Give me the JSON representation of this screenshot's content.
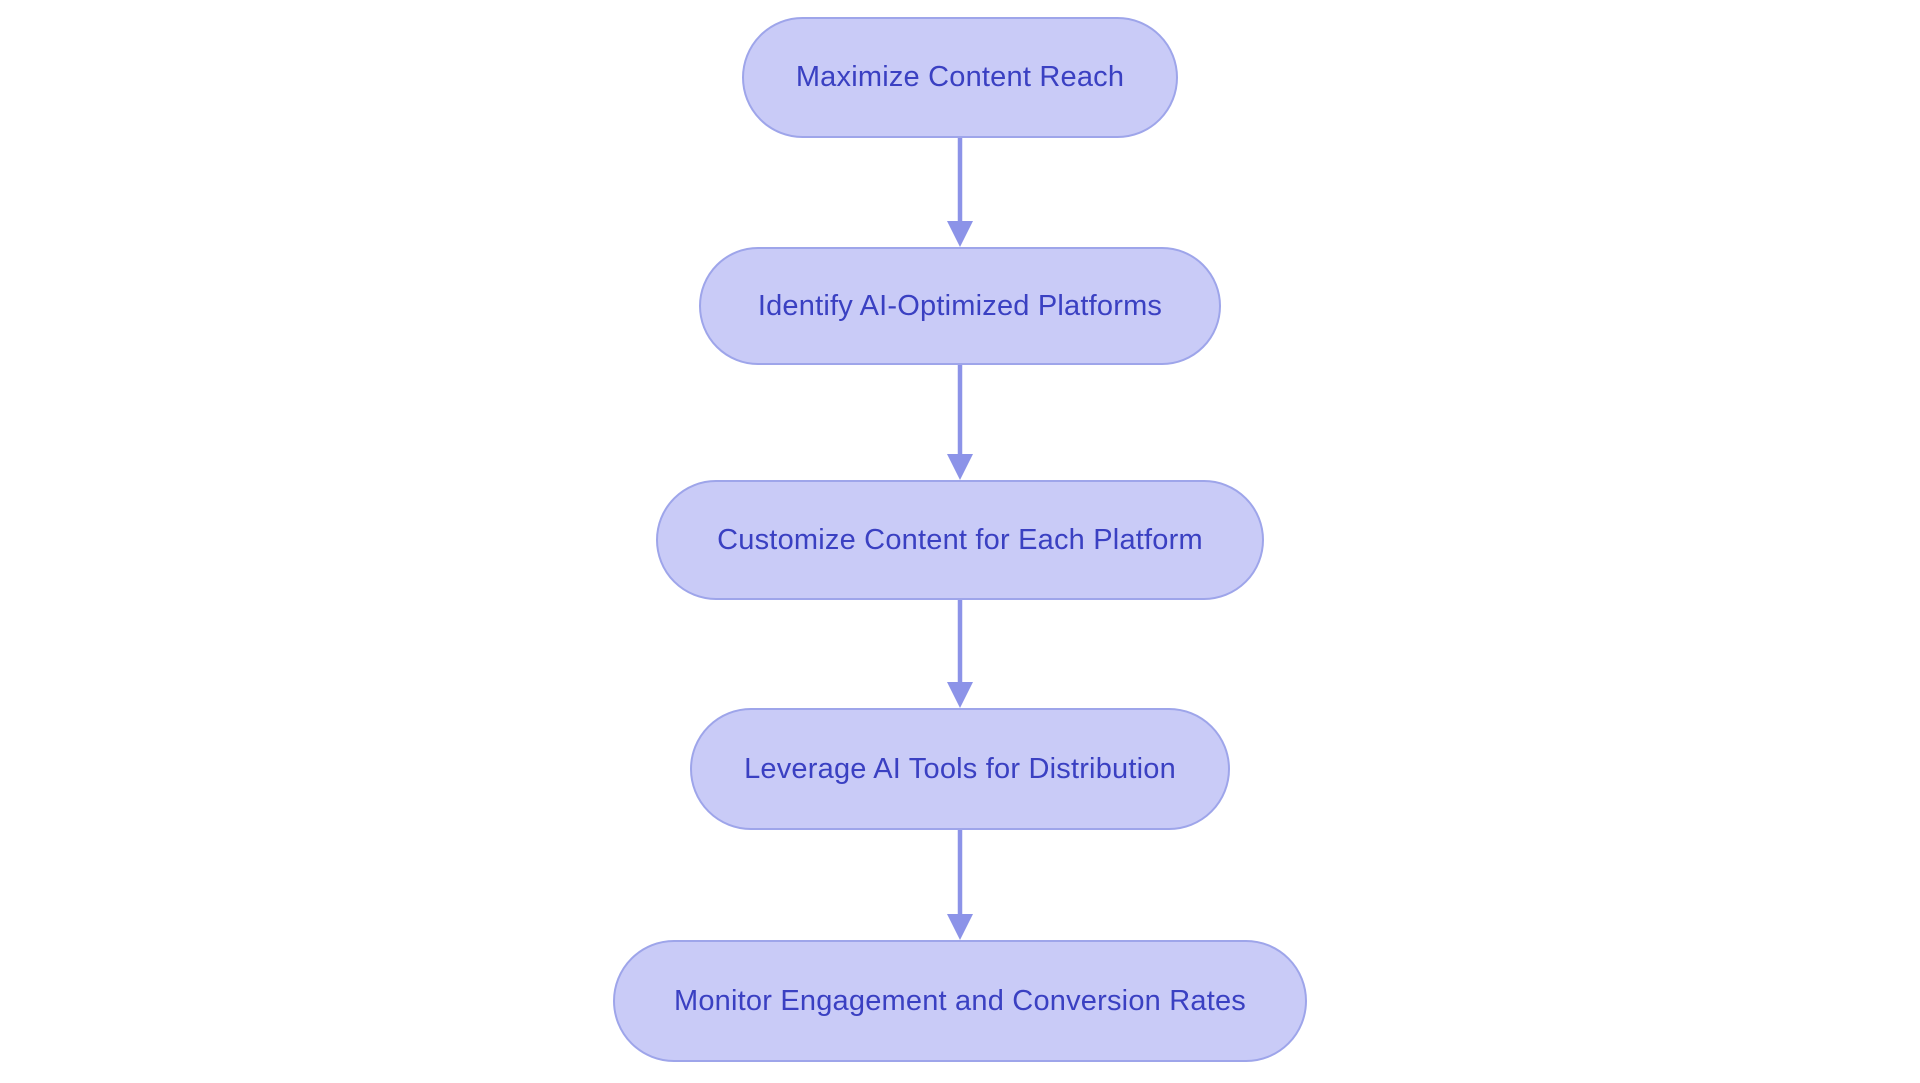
{
  "flowchart": {
    "type": "flowchart",
    "direction": "top-down",
    "style": {
      "node_fill": "#c9cbf7",
      "node_border": "#9ea5ea",
      "text_color": "#3a40c2",
      "arrow_color": "#8c93e8",
      "background": "#ffffff"
    },
    "nodes": [
      {
        "id": "n1",
        "label": "Maximize Content Reach"
      },
      {
        "id": "n2",
        "label": "Identify AI-Optimized Platforms"
      },
      {
        "id": "n3",
        "label": "Customize Content for Each Platform"
      },
      {
        "id": "n4",
        "label": "Leverage AI Tools for Distribution"
      },
      {
        "id": "n5",
        "label": "Monitor Engagement and Conversion Rates"
      }
    ],
    "edges": [
      {
        "from": "Maximize Content Reach",
        "to": "Identify AI-Optimized Platforms"
      },
      {
        "from": "Identify AI-Optimized Platforms",
        "to": "Customize Content for Each Platform"
      },
      {
        "from": "Customize Content for Each Platform",
        "to": "Leverage AI Tools for Distribution"
      },
      {
        "from": "Leverage AI Tools for Distribution",
        "to": "Monitor Engagement and Conversion Rates"
      }
    ]
  }
}
